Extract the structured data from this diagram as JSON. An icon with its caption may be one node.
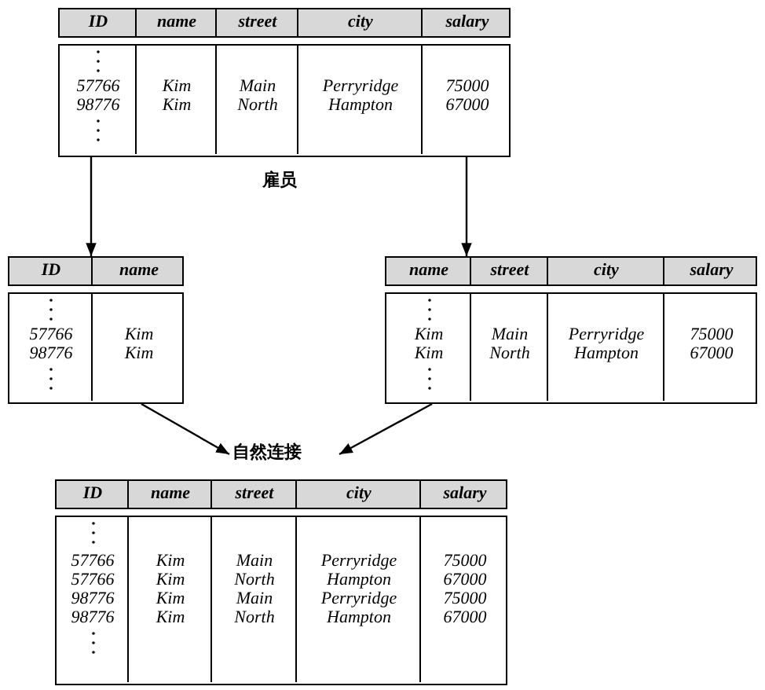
{
  "diagram": {
    "nodes": [
      {
        "text": [
          "ID",
          "name",
          "street",
          "city",
          "salary",
          "57766 98776",
          "Kim Kim",
          "Main North",
          "Perryridge Hampton",
          "75000 67000"
        ],
        "beside": [
          "雇员"
        ]
      },
      {
        "text": [
          "ID",
          "name",
          "57766 98776",
          "Kim Kim"
        ]
      },
      {
        "text": [
          "name",
          "street",
          "city",
          "salary",
          "Kim Kim",
          "Main North",
          "Perryridge Hampton",
          "75000 67000"
        ]
      },
      {
        "text": [
          "自然连接"
        ]
      },
      {
        "text": [
          "ID",
          "name",
          "street",
          "city",
          "salary",
          "57766 57766 98776 98776",
          "Kim Kim Kim Kim",
          "Main North Main North",
          "Perryridge Hampton Perryridge Hampton",
          "75000 67000 75000 67000"
        ]
      }
    ],
    "edges": [
      {
        "from": 0,
        "to": 1,
        "arrow": "to"
      },
      {
        "from": 0,
        "to": 2,
        "arrow": "to"
      },
      {
        "from": 1,
        "to": 3,
        "arrow": "to"
      },
      {
        "from": 2,
        "to": 3,
        "arrow": "to"
      }
    ]
  }
}
